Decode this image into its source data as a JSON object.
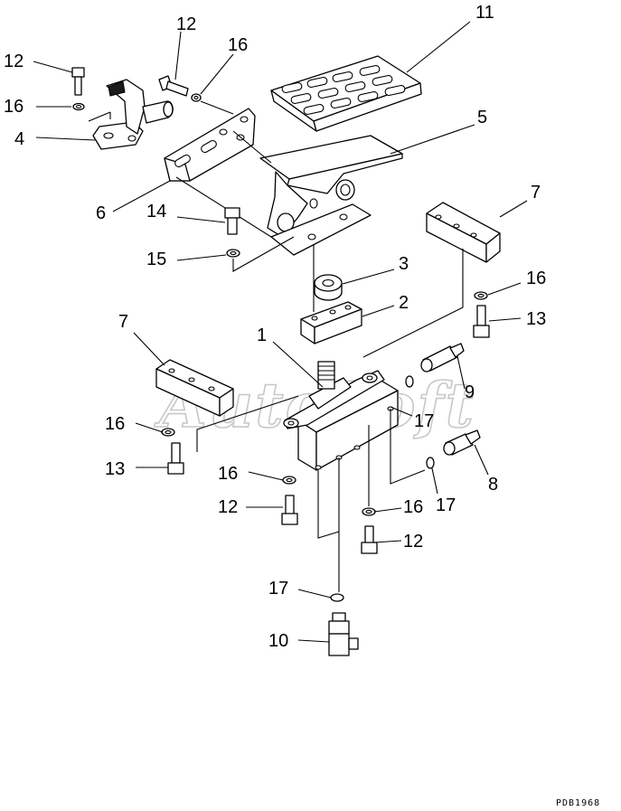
{
  "watermark": "AutoSoft",
  "drawing_code": "PDB1968",
  "callouts": [
    {
      "id": "c-11",
      "text": "11"
    },
    {
      "id": "c-12a",
      "text": "12"
    },
    {
      "id": "c-12b",
      "text": "12"
    },
    {
      "id": "c-16a",
      "text": "16"
    },
    {
      "id": "c-16b",
      "text": "16"
    },
    {
      "id": "c-4",
      "text": "4"
    },
    {
      "id": "c-5",
      "text": "5"
    },
    {
      "id": "c-6",
      "text": "6"
    },
    {
      "id": "c-14",
      "text": "14"
    },
    {
      "id": "c-15",
      "text": "15"
    },
    {
      "id": "c-7a",
      "text": "7"
    },
    {
      "id": "c-16c",
      "text": "16"
    },
    {
      "id": "c-13a",
      "text": "13"
    },
    {
      "id": "c-3",
      "text": "3"
    },
    {
      "id": "c-2",
      "text": "2"
    },
    {
      "id": "c-7b",
      "text": "7"
    },
    {
      "id": "c-1",
      "text": "1"
    },
    {
      "id": "c-9",
      "text": "9"
    },
    {
      "id": "c-17a",
      "text": "17"
    },
    {
      "id": "c-16d",
      "text": "16"
    },
    {
      "id": "c-13b",
      "text": "13"
    },
    {
      "id": "c-16e",
      "text": "16"
    },
    {
      "id": "c-8",
      "text": "8"
    },
    {
      "id": "c-12c",
      "text": "12"
    },
    {
      "id": "c-17b",
      "text": "17"
    },
    {
      "id": "c-16f",
      "text": "16"
    },
    {
      "id": "c-12d",
      "text": "12"
    },
    {
      "id": "c-17c",
      "text": "17"
    },
    {
      "id": "c-10",
      "text": "10"
    }
  ]
}
